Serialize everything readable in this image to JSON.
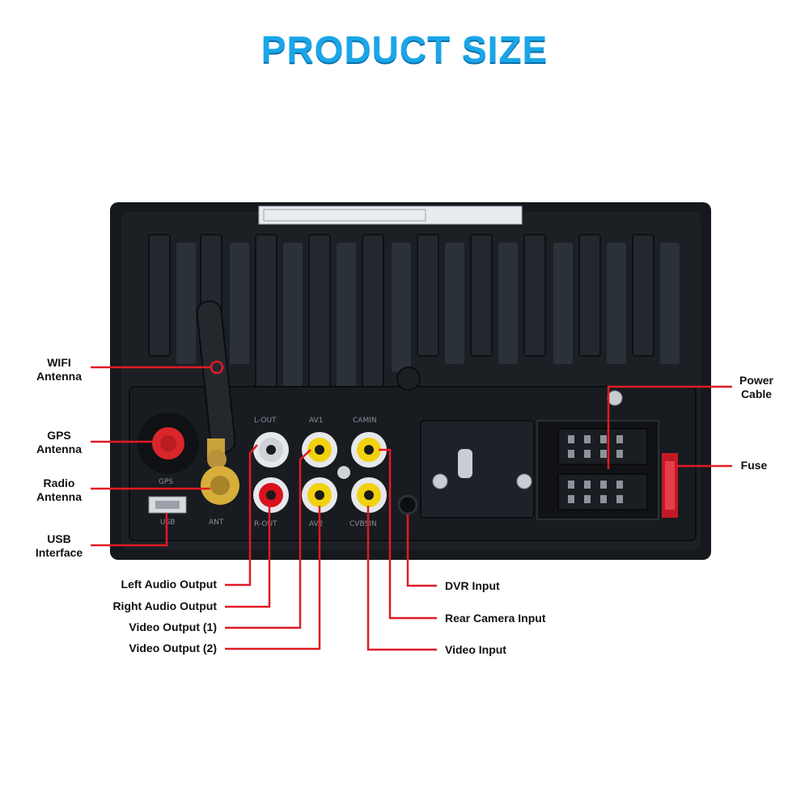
{
  "title": "PRODUCT SIZE",
  "panel_labels": {
    "gps": "GPS",
    "ant": "ANT",
    "usb": "USB",
    "lout": "L-OUT",
    "av1": "AV1",
    "camin": "CAMIN",
    "rout": "R-OUT",
    "av2": "AV2",
    "cvbsin": "CVBSIN"
  },
  "callouts": {
    "wifi": {
      "line1": "WIFI",
      "line2": "Antenna"
    },
    "gps": {
      "line1": "GPS",
      "line2": "Antenna"
    },
    "radio": {
      "line1": "Radio",
      "line2": "Antenna"
    },
    "usb": {
      "line1": "USB",
      "line2": "Interface"
    },
    "left_audio": "Left  Audio  Output",
    "right_audio": "Right  Audio  Output",
    "video_out1": "Video  Output (1)",
    "video_out2": "Video  Output (2)",
    "dvr": "DVR Input",
    "rear_cam": "Rear  Camera  Input",
    "video_in": "Video  Input",
    "power": {
      "line1": "Power",
      "line2": "Cable"
    },
    "fuse": "Fuse"
  },
  "colors": {
    "title": "#1aa6e8",
    "leader": "#e01b24",
    "body": "#15181c",
    "rca_red": "#d8121c",
    "rca_yellow": "#f2d20f",
    "gold": "#c9a23a"
  }
}
